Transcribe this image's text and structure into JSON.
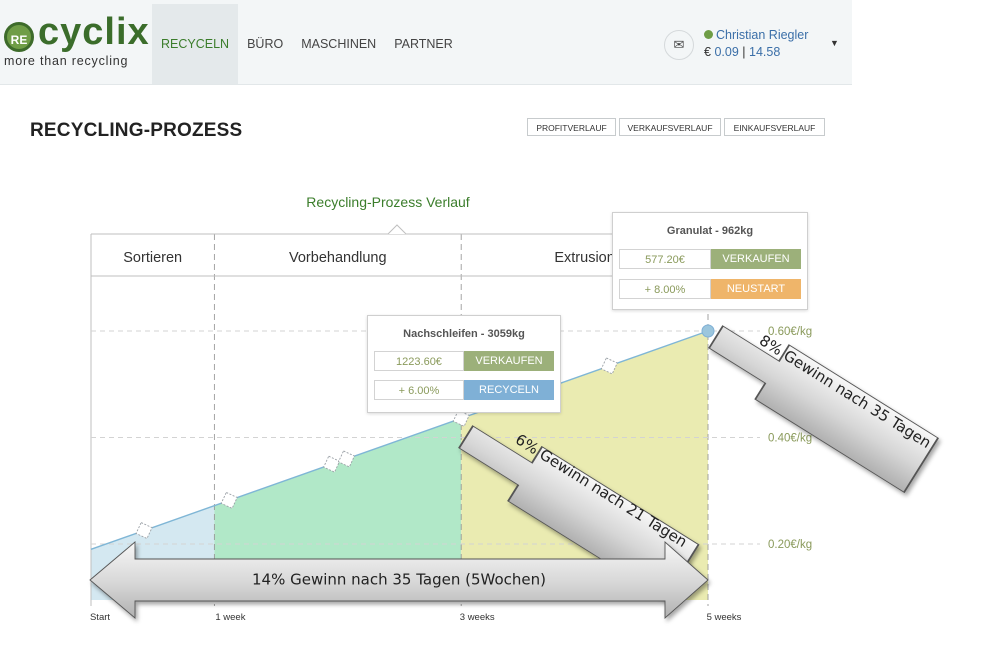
{
  "logo": {
    "badge": "RE",
    "word": "cyclix",
    "tagline": "more than recycling"
  },
  "nav": {
    "items": [
      "RECYCELN",
      "BÜRO",
      "MASCHINEN",
      "PARTNER"
    ],
    "active_index": 0
  },
  "user": {
    "name": "Christian Riegler",
    "currency": "€",
    "balance_a": "0.09",
    "separator": "|",
    "balance_b": "14.58"
  },
  "page": {
    "title": "RECYCLING-PROZESS"
  },
  "header_buttons": [
    "PROFITVERLAUF",
    "VERKAUFSVERLAUF",
    "EINKAUFSVERLAUF"
  ],
  "chart_data": {
    "type": "area",
    "title": "Recycling-Prozess Verlauf",
    "x_tick_labels": [
      "Start",
      "1 week",
      "3 weeks",
      "5 weeks"
    ],
    "x_ticks_weeks": [
      0,
      1,
      3,
      5
    ],
    "y_tick_labels": [
      "0.20€/kg",
      "0.40€/kg",
      "0.60€/kg"
    ],
    "y_ticks": [
      0.2,
      0.4,
      0.6
    ],
    "phases": [
      {
        "name": "Sortieren",
        "start": 0,
        "end": 1,
        "color": "#cfe6f0"
      },
      {
        "name": "Vorbehandlung",
        "start": 1,
        "end": 3,
        "color": "#a9e6c2"
      },
      {
        "name": "Extrusion",
        "start": 3,
        "end": 5,
        "color": "#e8e9a8"
      }
    ],
    "line": {
      "x": [
        0,
        5
      ],
      "y": [
        0.19,
        0.6
      ],
      "color": "#7fb6d6"
    },
    "markers_weeks": [
      0.43,
      1.12,
      1.95,
      2.07,
      3.0,
      4.2
    ],
    "end_marker_week": 5
  },
  "tooltips": [
    {
      "title": "Nachschleifen - 3059kg",
      "value1": "1223.60€",
      "button1": "VERKAUFEN",
      "value2": "+ 6.00%",
      "button2": "RECYCELN",
      "button2_color": "#7fb0d6"
    },
    {
      "title": "Granulat - 962kg",
      "value1": "577.20€",
      "button1": "VERKAUFEN",
      "value2": "+ 8.00%",
      "button2": "NEUSTART",
      "button2_color": "#efb56a"
    }
  ],
  "annotations": {
    "top_right": "8% Gewinn nach 35 Tagen",
    "middle": "6% Gewinn nach 21 Tagen",
    "bottom": "14% Gewinn nach 35 Tagen (5Wochen)"
  },
  "colors": {
    "brand_green": "#3b6d2b",
    "accent_green": "#3b7d2b",
    "sell_button": "#9cb07a",
    "label_olive": "#8a9a5b"
  }
}
